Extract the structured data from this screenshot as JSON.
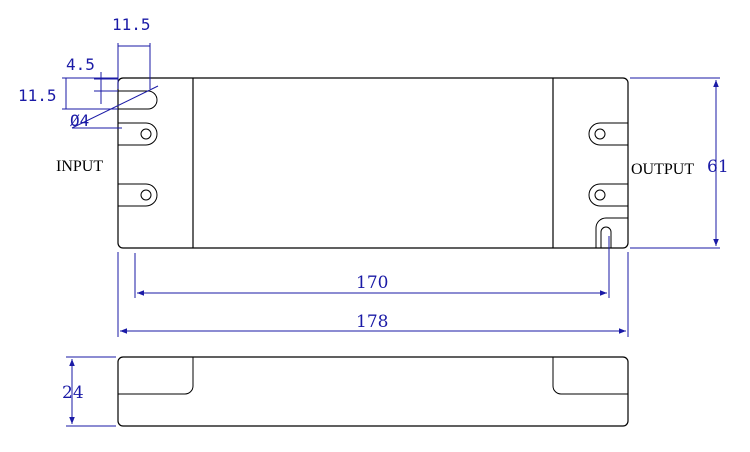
{
  "colors": {
    "outline": "#000000",
    "dimension": "#1a1aa6",
    "background": "#ffffff"
  },
  "labels": {
    "input": "INPUT",
    "output": "OUTPUT"
  },
  "dimensions": {
    "tab_width": "11.5",
    "slot_offset": "4.5",
    "tab_height": "11.5",
    "hole_diameter": "Ø4",
    "total_height": "61",
    "hole_spacing": "170",
    "total_length": "178",
    "side_height": "24"
  }
}
